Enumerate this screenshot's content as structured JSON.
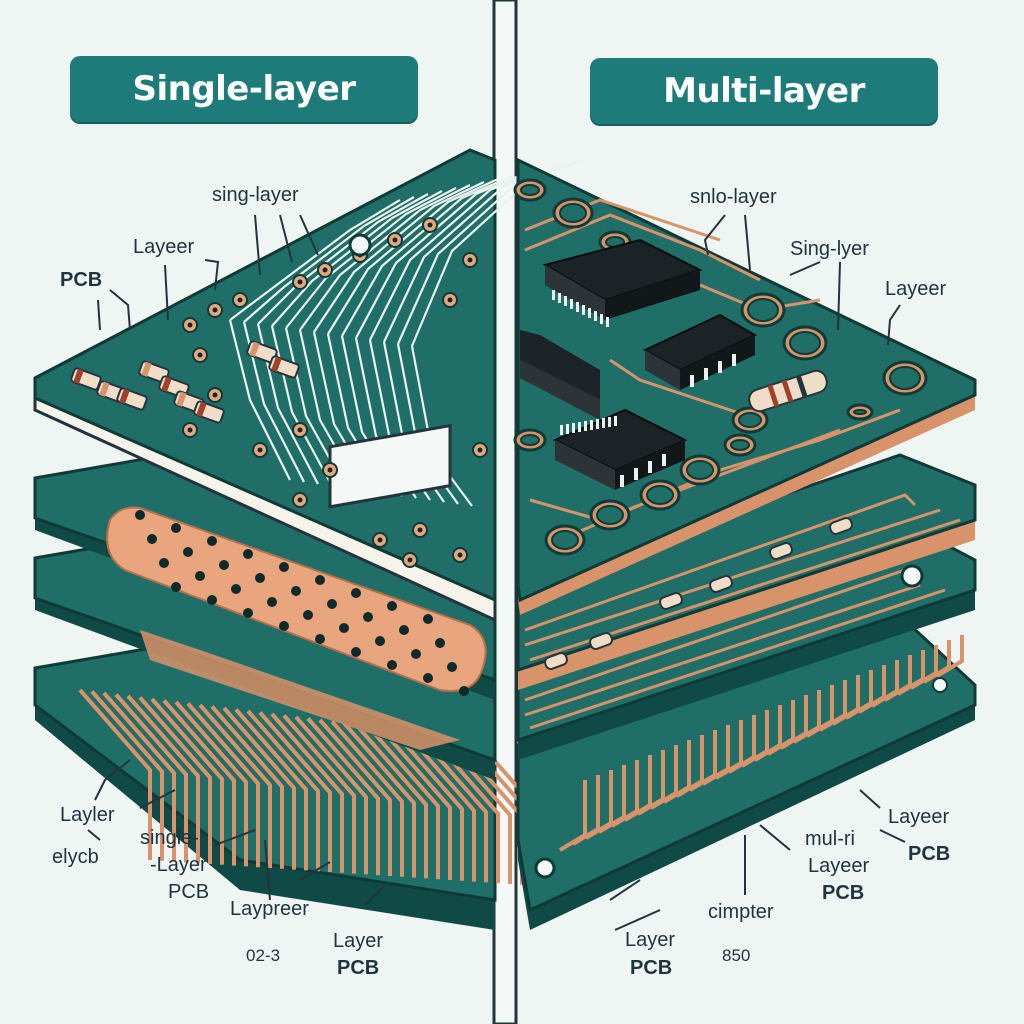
{
  "panels": {
    "left_title": "Single-layer",
    "right_title": "Multi-layer"
  },
  "labels": {
    "left_top_1": "sing-layer",
    "left_top_2": "Layeer",
    "left_top_3": "PCB",
    "right_top_1": "snlo-layer",
    "right_top_2": "Sing-lyer",
    "right_top_3": "Layeer",
    "left_bottom_1": "Layler",
    "left_bottom_2": "elycb",
    "left_bottom_3": "single-",
    "left_bottom_4": "-Layer",
    "left_bottom_5": "PCB",
    "left_bottom_6": "Laypreer",
    "left_bottom_7": "02-3",
    "left_bottom_8": "Layer",
    "left_bottom_9": "PCB",
    "right_bottom_1": "Layeer",
    "right_bottom_2": "PCB",
    "right_bottom_3": "mul-ri",
    "right_bottom_4": "Layeer",
    "right_bottom_5": "PCB",
    "right_bottom_6": "cimpter",
    "right_bottom_7": "Layer",
    "right_bottom_8": "PCB",
    "right_bottom_9": "850"
  },
  "colors": {
    "background": "#eef5f2",
    "board_green": "#1f6e68",
    "board_dark": "#0f4a46",
    "copper": "#d9936a",
    "pad_fill": "#e8a57e",
    "title_teal": "#1d7c7a",
    "chip_black": "#1c2326"
  },
  "icons": {
    "chip": "ic-chip-icon",
    "resistor": "resistor-icon",
    "via": "via-hole-icon"
  }
}
